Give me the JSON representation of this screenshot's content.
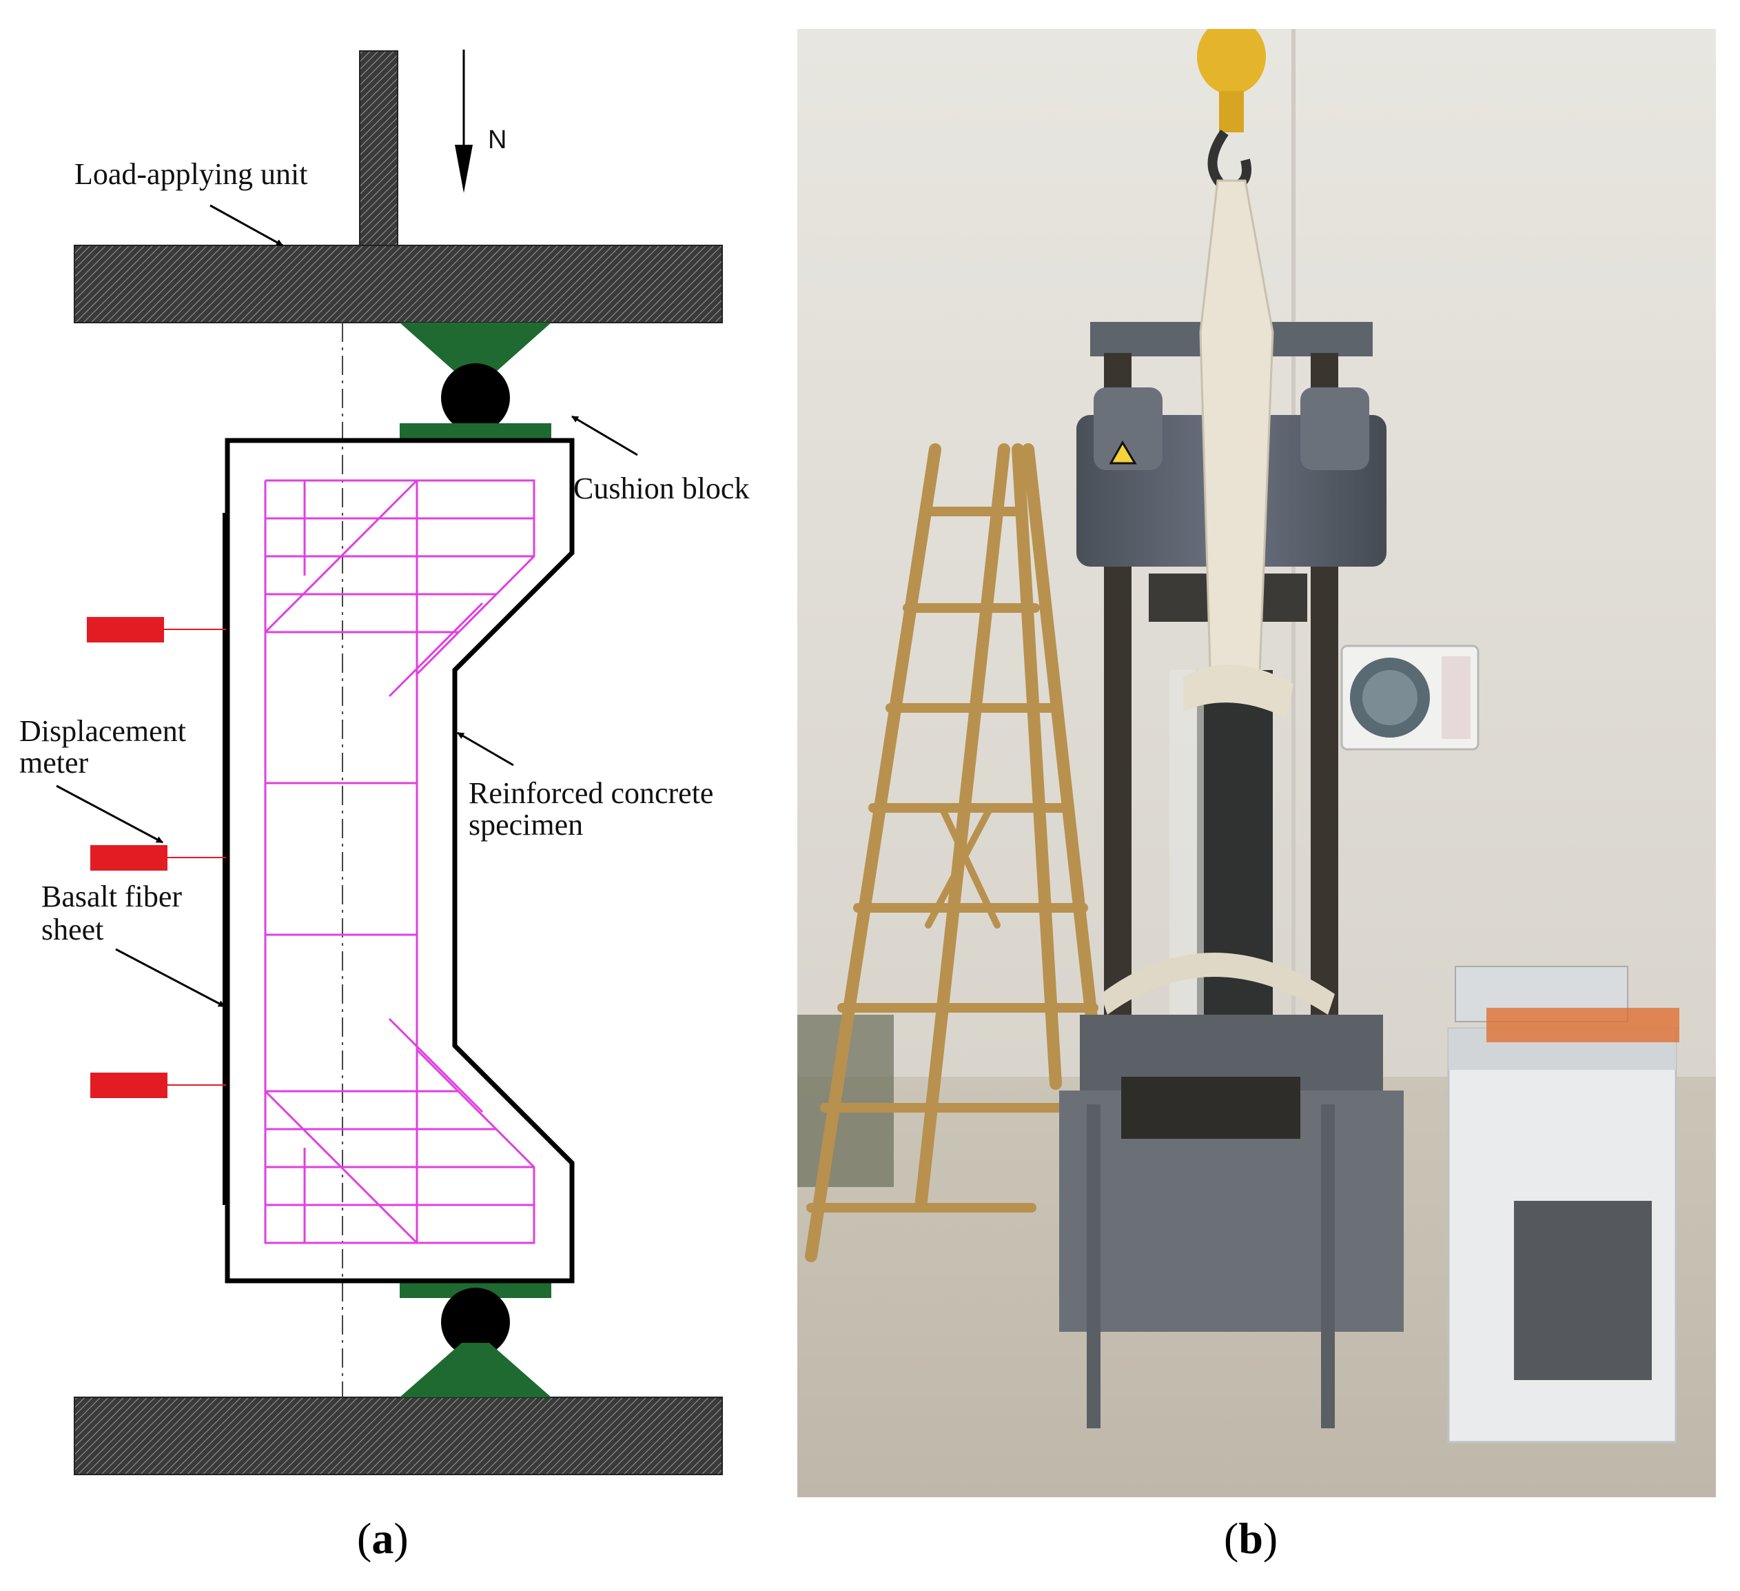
{
  "panel_a": {
    "labels": {
      "load_unit": "Load-applying unit",
      "force": "N",
      "cushion": "Cushion block",
      "displacement_l1": "Displacement",
      "displacement_l2": "meter",
      "specimen_l1": "Reinforced concrete",
      "specimen_l2": "specimen",
      "basalt_l1": "Basalt fiber",
      "basalt_l2": "sheet"
    },
    "caption": "a"
  },
  "panel_b": {
    "caption": "b"
  },
  "colors": {
    "platen": "#3c3c3c",
    "support": "#1e6a30",
    "rebar": "#e040e0",
    "meter": "#e31b23",
    "outline": "#000000"
  }
}
